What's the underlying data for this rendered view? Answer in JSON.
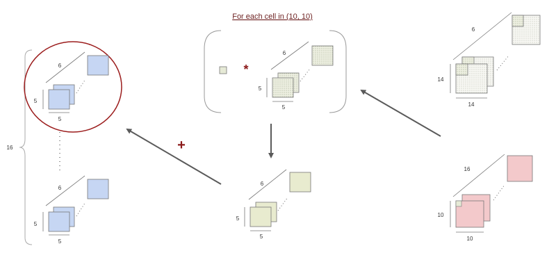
{
  "title": "For each cell in (10, 10)",
  "operators": {
    "multiply": "*",
    "add": "+"
  },
  "colors": {
    "blue": "#c6d6f3",
    "green_dotted": "#e6ead6",
    "green": "#e8ebcf",
    "pink": "#f3c9cb",
    "circle": "#9b1c1c",
    "arrow": "#5a5a5a",
    "outline": "#777777"
  },
  "left_stack": {
    "count_label": "16",
    "top": {
      "depth_label": "6",
      "height_label": "5",
      "width_label": "5"
    },
    "bottom": {
      "depth_label": "6",
      "height_label": "5",
      "width_label": "5"
    }
  },
  "middle_top": {
    "depth_label": "6",
    "height_label": "5",
    "width_label": "5"
  },
  "middle_bottom": {
    "depth_label": "6",
    "height_label": "5",
    "width_label": "5"
  },
  "right_top": {
    "depth_label": "6",
    "height_label": "14",
    "width_label": "14"
  },
  "right_bottom": {
    "depth_label": "16",
    "height_label": "10",
    "width_label": "10"
  }
}
